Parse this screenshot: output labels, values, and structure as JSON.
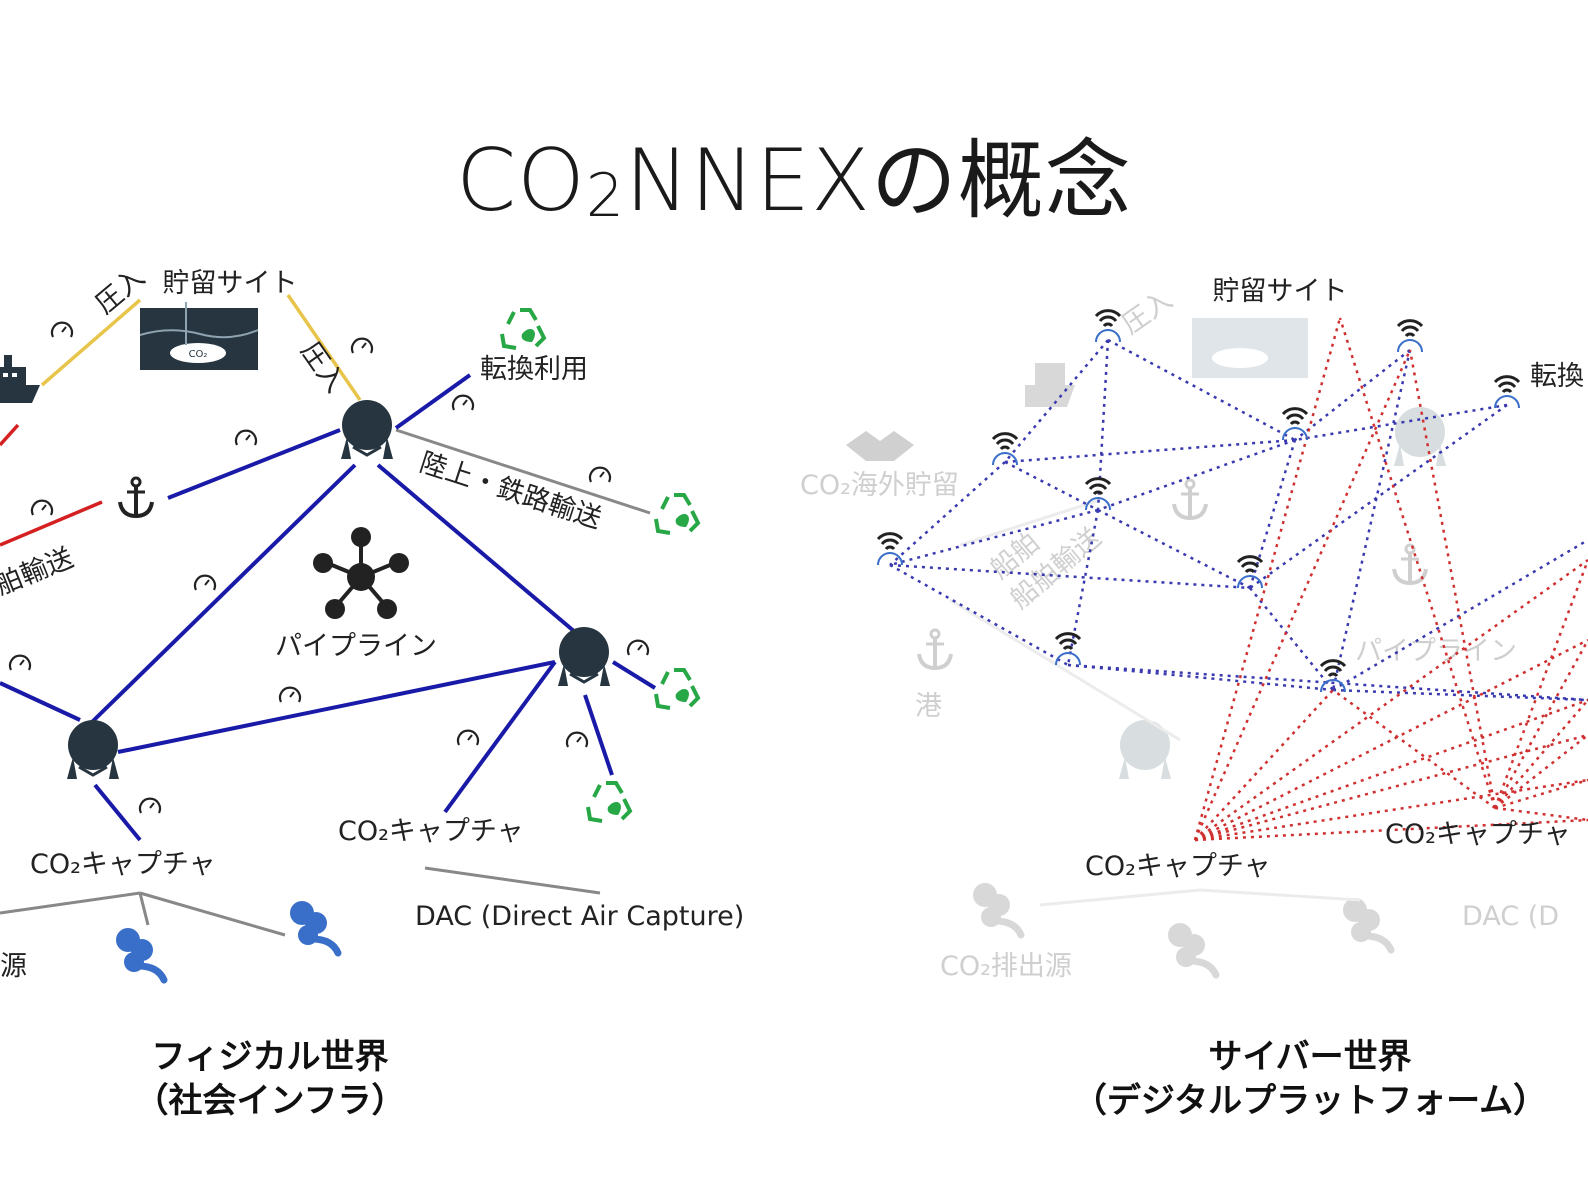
{
  "title": {
    "main": "CO",
    "sub": "2",
    "rest": "NNEXの概念"
  },
  "physical": {
    "storage_site": "貯留サイト",
    "injection": "圧入",
    "conversion": "転換利用",
    "land_rail": "陸上・鉄路輸送",
    "ship_transport": "船舶輸送",
    "ship_transport_partial": "舶輸送",
    "pipeline": "パイプライン",
    "co2_capture": "CO₂キャプチャ",
    "dac": "DAC (Direct Air Capture)",
    "source_partial": "源",
    "tank_label": "CO₂",
    "caption_line1": "フィジカル世界",
    "caption_line2": "（社会インフラ）"
  },
  "cyber": {
    "storage_site": "貯留サイト",
    "conversion_partial": "転換",
    "overseas_storage": "CO₂海外貯留",
    "port": "港",
    "pipeline": "パイプライン",
    "co2_capture": "CO₂キャプチャ",
    "co2_capture_partial": "CO₂キャプチャ",
    "dac_partial": "DAC (D",
    "emission_source": "CO₂排出源",
    "injection": "圧入",
    "ship": "船舶",
    "ship_transport": "船舶輸送",
    "caption_line1": "サイバー世界",
    "caption_line2": "（デジタルプラットフォーム）"
  },
  "colors": {
    "pipeline_blue": "#1a1aa8",
    "ship_red": "#d42020",
    "injection_yellow": "#e8c44a",
    "road_gray": "#888888",
    "hub_dark": "#263540",
    "recycle_green": "#27a745",
    "smoke_blue": "#3a6fc9",
    "cyber_blue_dot": "#3a3ab0",
    "cyber_red_dot": "#d03030",
    "faded": "#cfcfcf"
  },
  "icons": [
    "ship-icon",
    "anchor-icon",
    "hub-icon",
    "gauge-icon",
    "recycle-icon",
    "smoke-icon",
    "network-icon",
    "wifi-icon",
    "handshake-icon"
  ]
}
